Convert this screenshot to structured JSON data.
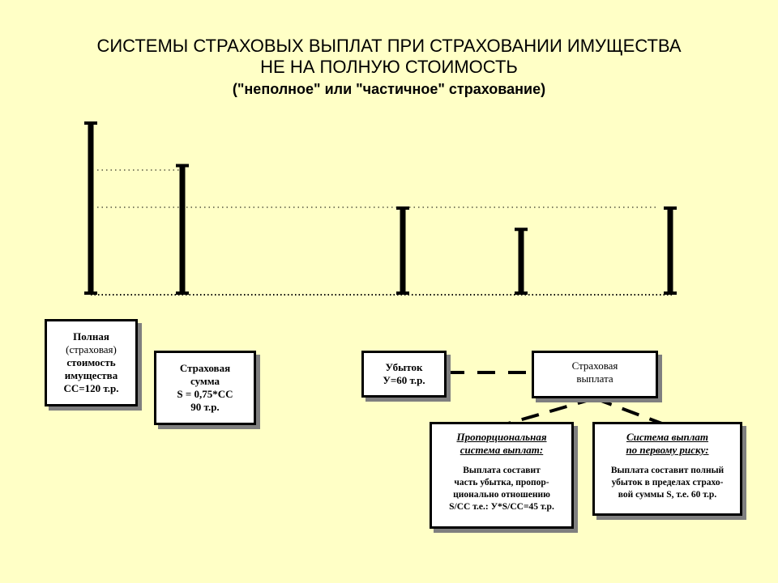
{
  "title": {
    "line1": "СИСТЕМЫ СТРАХОВЫХ ВЫПЛАТ ПРИ СТРАХОВАНИИ ИМУЩЕСТВА",
    "line2": "НЕ НА ПОЛНУЮ СТОИМОСТЬ",
    "line3": "(\"неполное\" или \"частичное\" страхование)"
  },
  "bars": [
    {
      "id": "full-value",
      "value": 120
    },
    {
      "id": "insured-sum",
      "value": 90
    },
    {
      "id": "loss",
      "value": 60
    },
    {
      "id": "proportional-payout",
      "value": 45
    },
    {
      "id": "first-risk-payout",
      "value": 60
    }
  ],
  "boxes": {
    "full_value": {
      "l1": "Полная",
      "l2": "(страховая)",
      "l3": "стоимость",
      "l4": "имущества",
      "l5": "СС=120 т.р."
    },
    "insured_sum": {
      "l1": "Страховая",
      "l2": "сумма",
      "l3": "S = 0,75*СС",
      "l4": "90 т.р."
    },
    "loss": {
      "l1": "Убыток",
      "l2": "У=60 т.р."
    },
    "payout": {
      "l1": "Страховая",
      "l2": "выплата"
    },
    "proportional": {
      "h1": "Пропорциональная",
      "h2": "система выплат:",
      "l1": "Выплата составит",
      "l2": "часть убытка, пропор-",
      "l3": "ционально отношению",
      "l4": "S/СС т.е.: У*S/СС=45 т.р."
    },
    "first_risk": {
      "h1": "Система выплат",
      "h2": "по первому риску:",
      "l1": "Выплата составит полный",
      "l2": "убыток в пределах страхо-",
      "l3": "вой суммы  S,  т.е. 60 т.р."
    }
  }
}
